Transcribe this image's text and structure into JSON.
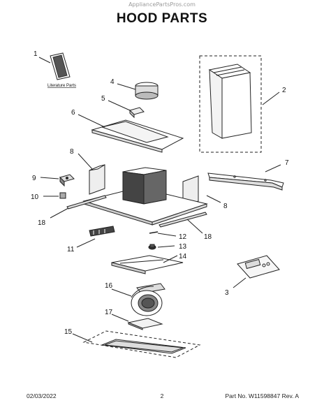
{
  "header": {
    "watermark": "AppliancePartsPros.com",
    "title": "HOOD PARTS"
  },
  "labels": {
    "literature": "Literature Parts",
    "c1": "1",
    "c2": "2",
    "c3": "3",
    "c4": "4",
    "c5": "5",
    "c6": "6",
    "c7": "7",
    "c8a": "8",
    "c8b": "8",
    "c9": "9",
    "c10": "10",
    "c11": "11",
    "c12": "12",
    "c13": "13",
    "c14": "14",
    "c15": "15",
    "c16": "16",
    "c17": "17",
    "c18a": "18",
    "c18b": "18"
  },
  "footer": {
    "date": "02/03/2022",
    "page": "2",
    "part_rev": "Part No. W11598847  Rev. A"
  }
}
